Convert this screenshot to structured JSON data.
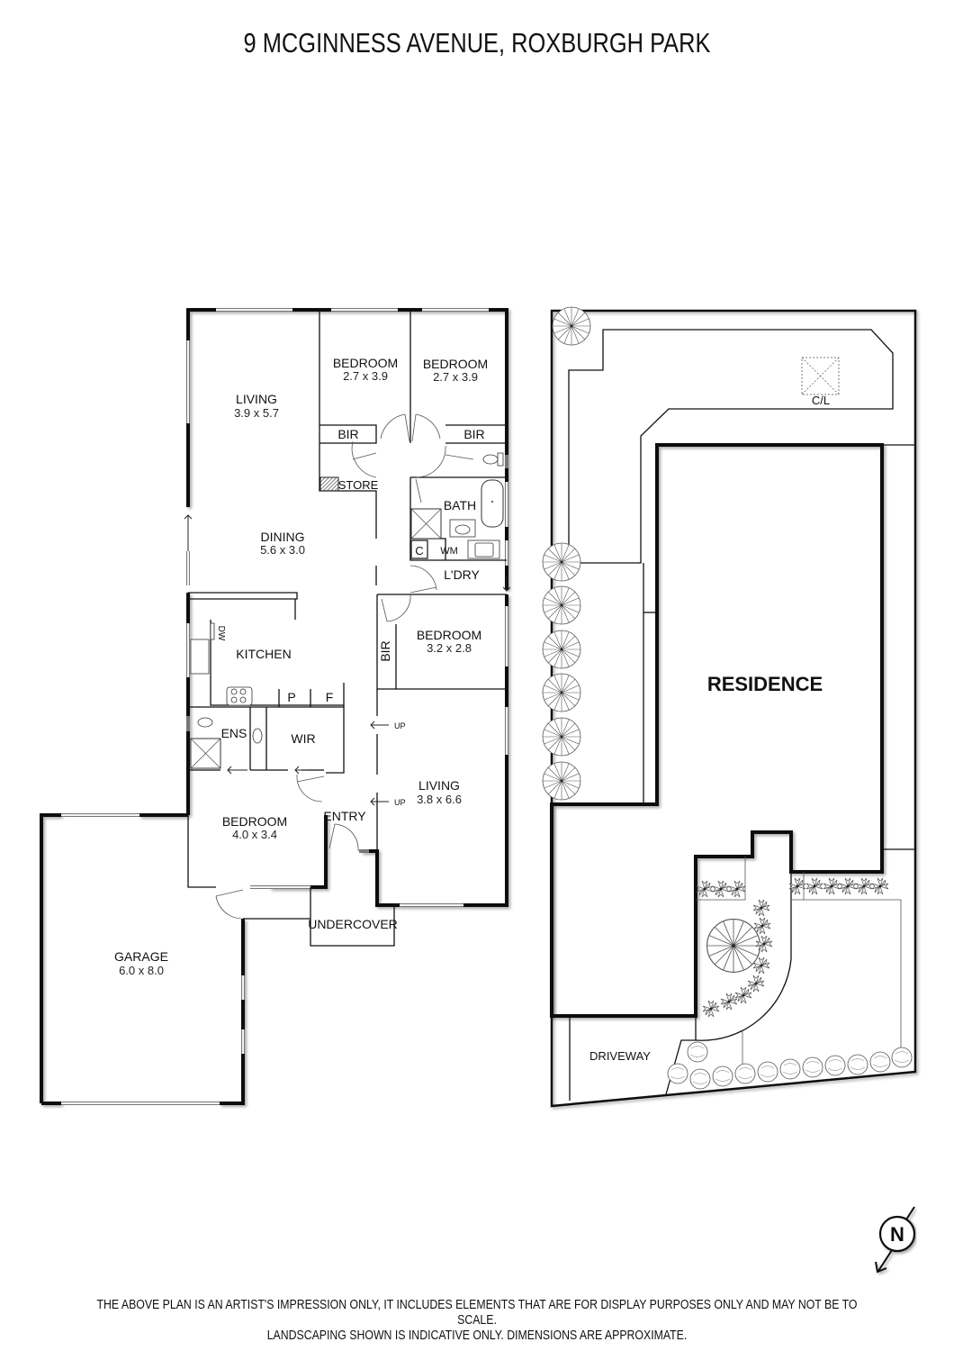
{
  "title": "9 MCGINNESS AVENUE, ROXBURGH PARK",
  "floor_plan": {
    "rooms": [
      {
        "name": "LIVING",
        "dims": "3.9 x 5.7"
      },
      {
        "name": "BEDROOM",
        "dims": "2.7 x 3.9"
      },
      {
        "name": "BEDROOM",
        "dims": "2.7 x 3.9"
      },
      {
        "name": "DINING",
        "dims": "5.6 x 3.0"
      },
      {
        "name": "KITCHEN",
        "dims": ""
      },
      {
        "name": "BEDROOM",
        "dims": "3.2 x 2.8"
      },
      {
        "name": "LIVING",
        "dims": "3.8 x 6.6"
      },
      {
        "name": "BEDROOM",
        "dims": "4.0 x 3.4"
      },
      {
        "name": "GARAGE",
        "dims": "6.0 x 8.0"
      }
    ],
    "labels": {
      "bir_1": "BIR",
      "bir_2": "BIR",
      "bir_3": "BIR",
      "store": "STORE",
      "bath": "BATH",
      "c": "C",
      "wm": "WM",
      "laundry": "L'DRY",
      "dw": "DW",
      "pantry": "P",
      "fridge": "F",
      "ensuite": "ENS",
      "wir": "WIR",
      "entry": "ENTRY",
      "undercover": "UNDERCOVER",
      "up_1": "UP",
      "up_2": "UP"
    }
  },
  "site_plan": {
    "residence": "RESIDENCE",
    "clothesline": "C/L",
    "driveway": "DRIVEWAY"
  },
  "compass": {
    "label": "N"
  },
  "disclaimer": {
    "line1": "THE ABOVE PLAN IS AN ARTIST'S IMPRESSION ONLY, IT INCLUDES ELEMENTS THAT ARE FOR DISPLAY PURPOSES ONLY AND MAY NOT BE TO SCALE.",
    "line2": "LANDSCAPING SHOWN IS INDICATIVE ONLY. DIMENSIONS ARE APPROXIMATE."
  }
}
